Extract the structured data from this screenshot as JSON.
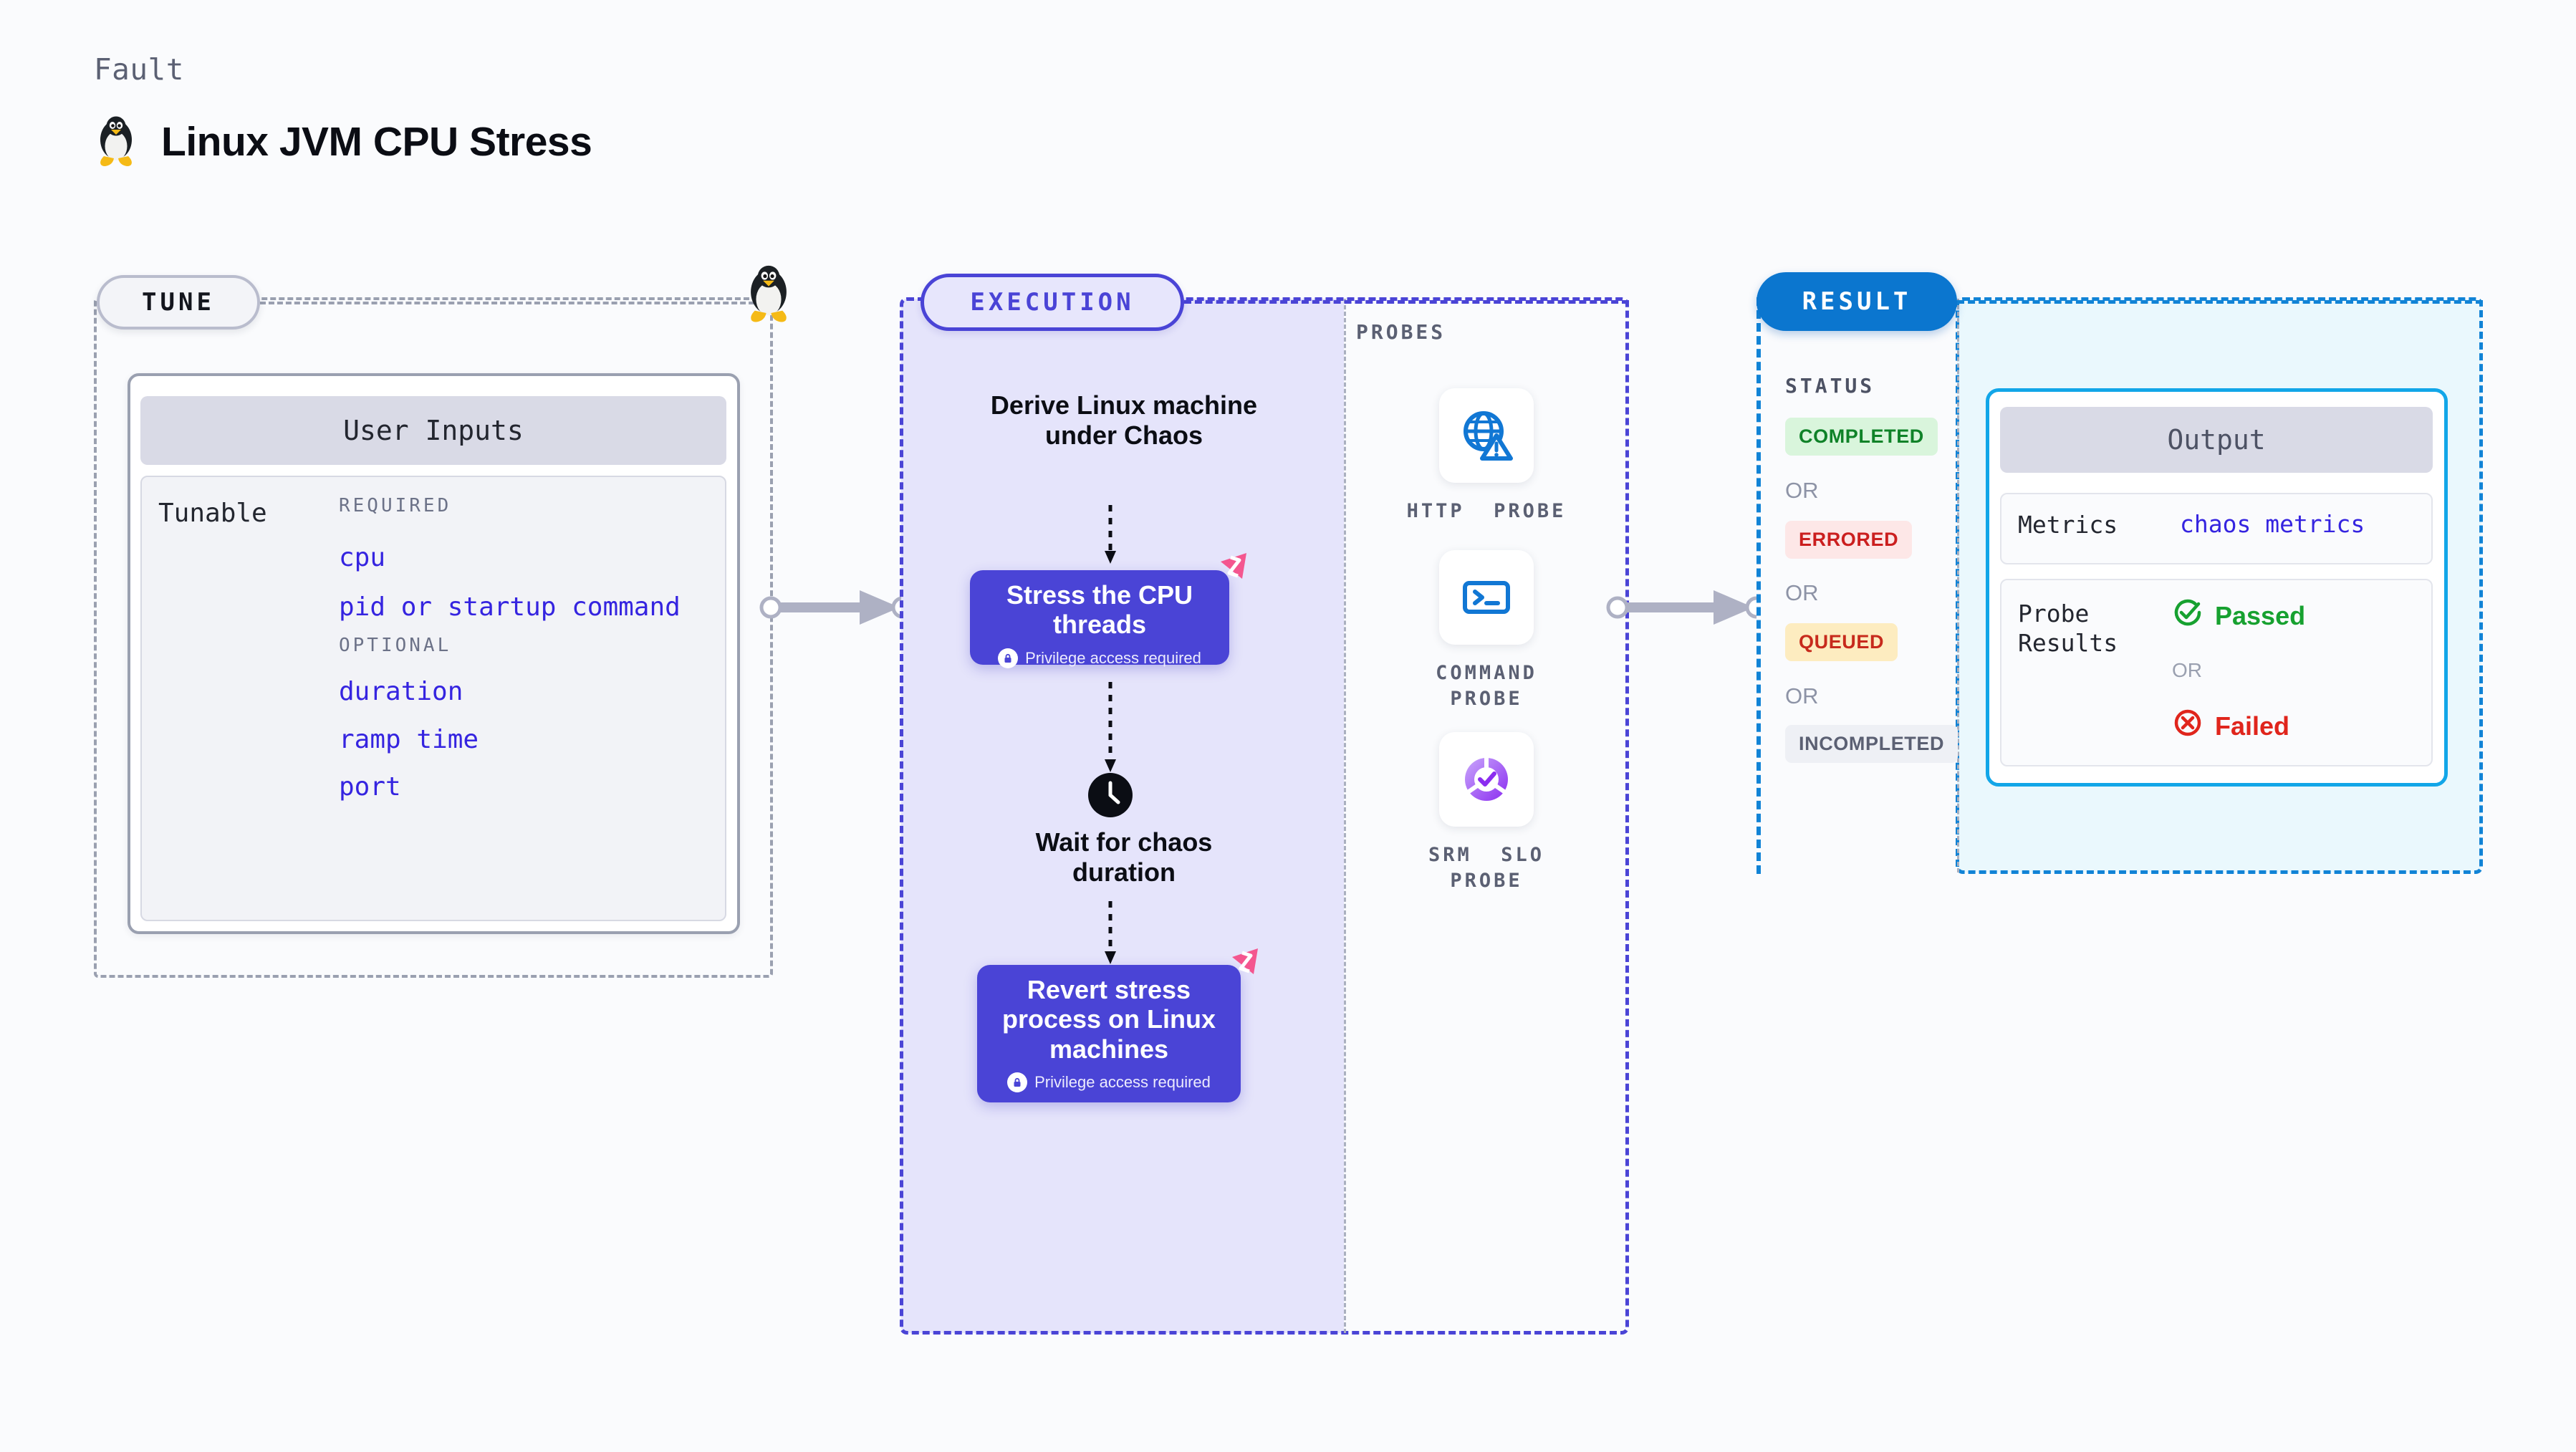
{
  "header": {
    "kicker": "Fault",
    "title": "Linux JVM CPU Stress",
    "icon": "tux-penguin-icon"
  },
  "tune": {
    "badge": "TUNE",
    "card_title": "User Inputs",
    "tunable_label": "Tunable",
    "groups": [
      {
        "label": "REQUIRED",
        "items": [
          "cpu",
          "pid or startup command"
        ]
      },
      {
        "label": "OPTIONAL",
        "items": [
          "duration",
          "ramp time",
          "port"
        ]
      }
    ]
  },
  "execution": {
    "badge": "EXECUTION",
    "steps": [
      {
        "type": "text",
        "label": "Derive Linux machine\nunder Chaos"
      },
      {
        "type": "node",
        "label": "Stress the CPU\nthreads",
        "sub": "Privilege access required",
        "badge": "litmus-logo-icon"
      },
      {
        "type": "clock",
        "label": "Wait for chaos\nduration"
      },
      {
        "type": "node",
        "label": "Revert stress\nprocess on Linux\nmachines",
        "sub": "Privilege access required",
        "badge": "litmus-logo-icon"
      }
    ]
  },
  "probes": {
    "label": "PROBES",
    "items": [
      {
        "name": "HTTP  PROBE",
        "icon": "globe-warning-icon"
      },
      {
        "name": "COMMAND\nPROBE",
        "icon": "terminal-icon"
      },
      {
        "name": "SRM  SLO\nPROBE",
        "icon": "slo-donut-check-icon"
      }
    ]
  },
  "result": {
    "badge": "RESULT",
    "status_label": "STATUS",
    "or_label": "OR",
    "statuses": [
      {
        "label": "COMPLETED",
        "bg": "#d9f5dc",
        "fg": "#0f8228"
      },
      {
        "label": "ERRORED",
        "bg": "#fde7e7",
        "fg": "#cb1f1f"
      },
      {
        "label": "QUEUED",
        "bg": "#fdecc0",
        "fg": "#c72a1c"
      },
      {
        "label": "INCOMPLETED",
        "bg": "#eef0f5",
        "fg": "#5b6073"
      }
    ],
    "output": {
      "title": "Output",
      "metrics_key": "Metrics",
      "metrics_value": "chaos metrics",
      "probe_key": "Probe\nResults",
      "passed": "Passed",
      "failed": "Failed",
      "or_label": "OR"
    }
  },
  "colors": {
    "accent_purple": "#4a44d6",
    "accent_blue": "#1183d6",
    "accent_cyan": "#12a6e8",
    "pink": "#f4568f",
    "gray_dash": "#9aa0b0"
  }
}
